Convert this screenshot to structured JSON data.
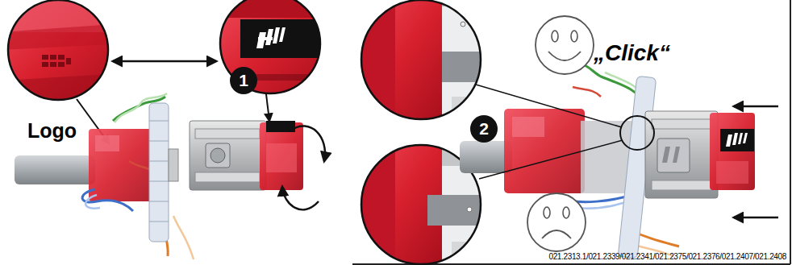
{
  "diagram": {
    "nodes": [
      {
        "text": [
          "1"
        ]
      },
      {
        "text": [
          "2"
        ]
      }
    ],
    "labels": [
      "Logo",
      "„Click“",
      "021.2313.1/021.2339/021.2341/021.2375/021.2376/021.2407/021.2408"
    ]
  }
}
